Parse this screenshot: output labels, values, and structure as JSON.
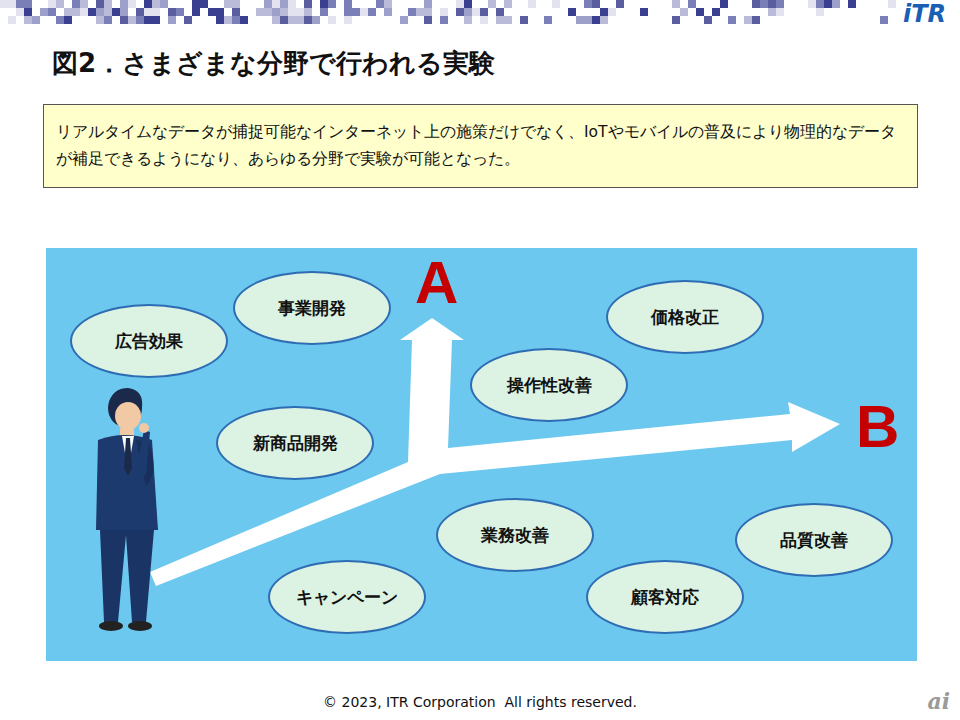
{
  "diagram": {
    "title": "図2．さまざまな分野で行われる実験",
    "nodes": [
      {
        "text": [
          "リアルタイムなデータが捕捉可能なインターネット上の施策だけでなく、IoTやモバイルの普及により物理的なデータが補足できるようになり、あらゆる分野で実験が可能となった。"
        ]
      },
      {
        "text": [
          "事業開発"
        ]
      },
      {
        "text": [
          "広告効果"
        ]
      },
      {
        "text": [
          "価格改正"
        ]
      },
      {
        "text": [
          "操作性改善"
        ]
      },
      {
        "text": [
          "新商品開発"
        ]
      },
      {
        "text": [
          "業務改善"
        ]
      },
      {
        "text": [
          "品質改善"
        ]
      },
      {
        "text": [
          "キャンペーン"
        ]
      },
      {
        "text": [
          "顧客対応"
        ]
      }
    ],
    "labels": [
      "iTR",
      "A",
      "B",
      "© 2023, ITR Corporation  All rights reserved.",
      "ai"
    ]
  }
}
